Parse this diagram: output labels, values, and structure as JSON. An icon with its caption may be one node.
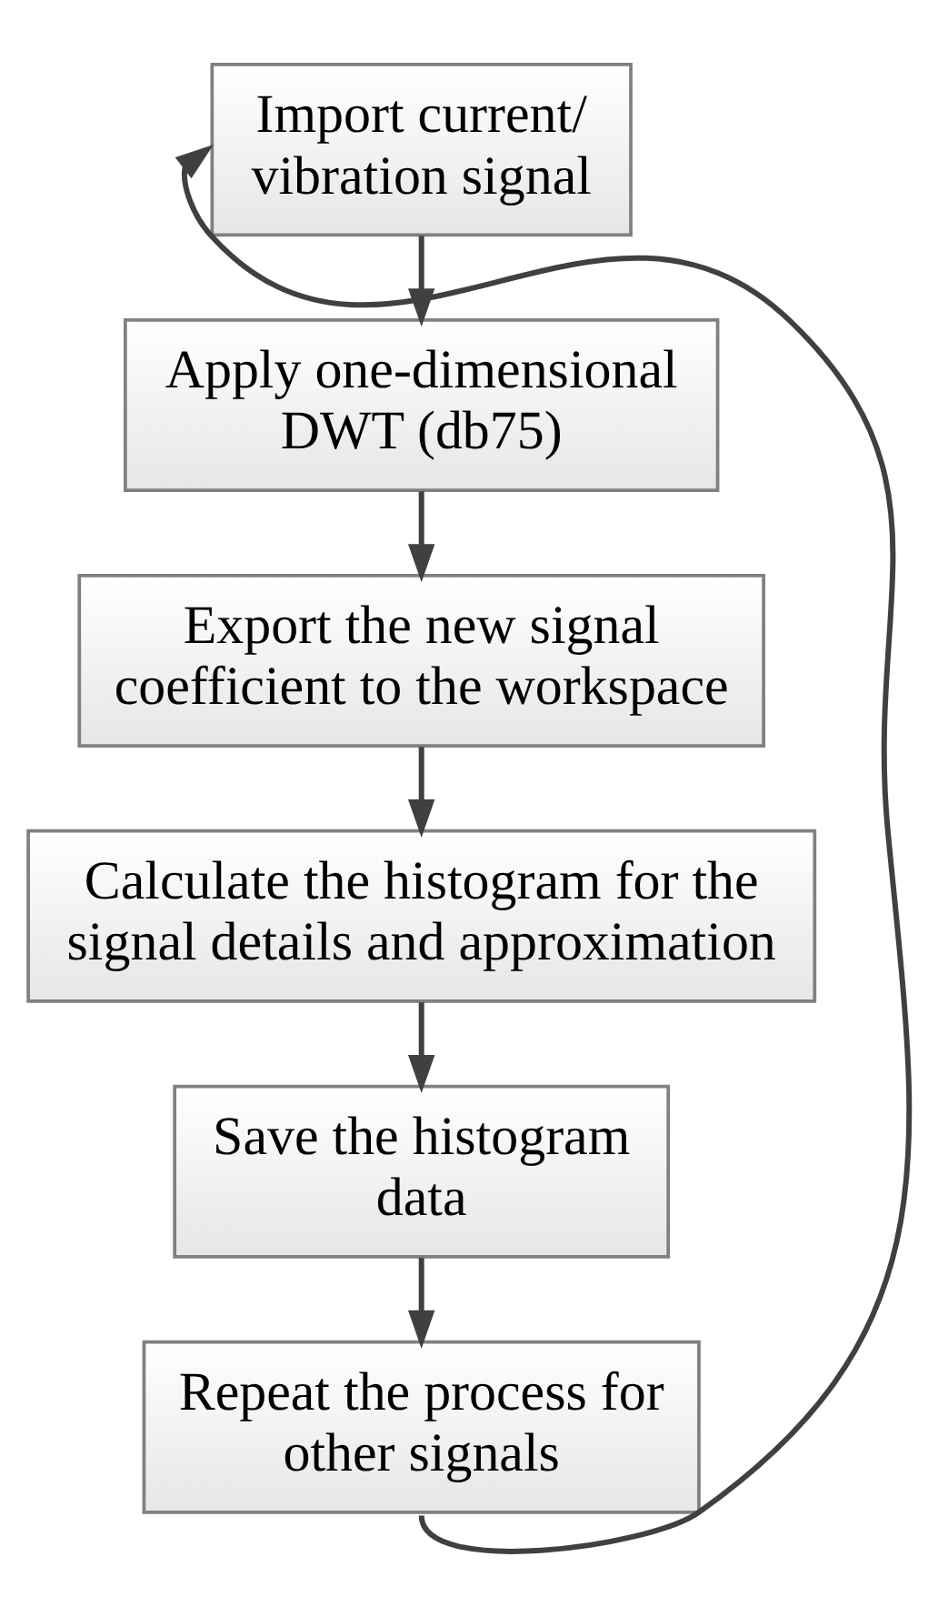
{
  "diagram": {
    "nodes": [
      {
        "text": [
          "Import current/ vibration signal"
        ]
      },
      {
        "text": [
          "Apply one-dimensional DWT (db75)"
        ]
      },
      {
        "text": [
          "Export the new signal coefficient to the workspace"
        ]
      },
      {
        "text": [
          "Calculate the histogram for the signal details and approximation"
        ]
      },
      {
        "text": [
          "Save the histogram data"
        ]
      },
      {
        "text": [
          "Repeat the process for other signals"
        ]
      }
    ],
    "edges": [
      {
        "from": 0,
        "to": 1,
        "arrow": "to"
      },
      {
        "from": 1,
        "to": 2,
        "arrow": "to"
      },
      {
        "from": 2,
        "to": 3,
        "arrow": "to"
      },
      {
        "from": 3,
        "to": 4,
        "arrow": "to"
      },
      {
        "from": 4,
        "to": 5,
        "arrow": "to"
      },
      {
        "from": 5,
        "to": 0,
        "arrow": "to"
      }
    ]
  }
}
